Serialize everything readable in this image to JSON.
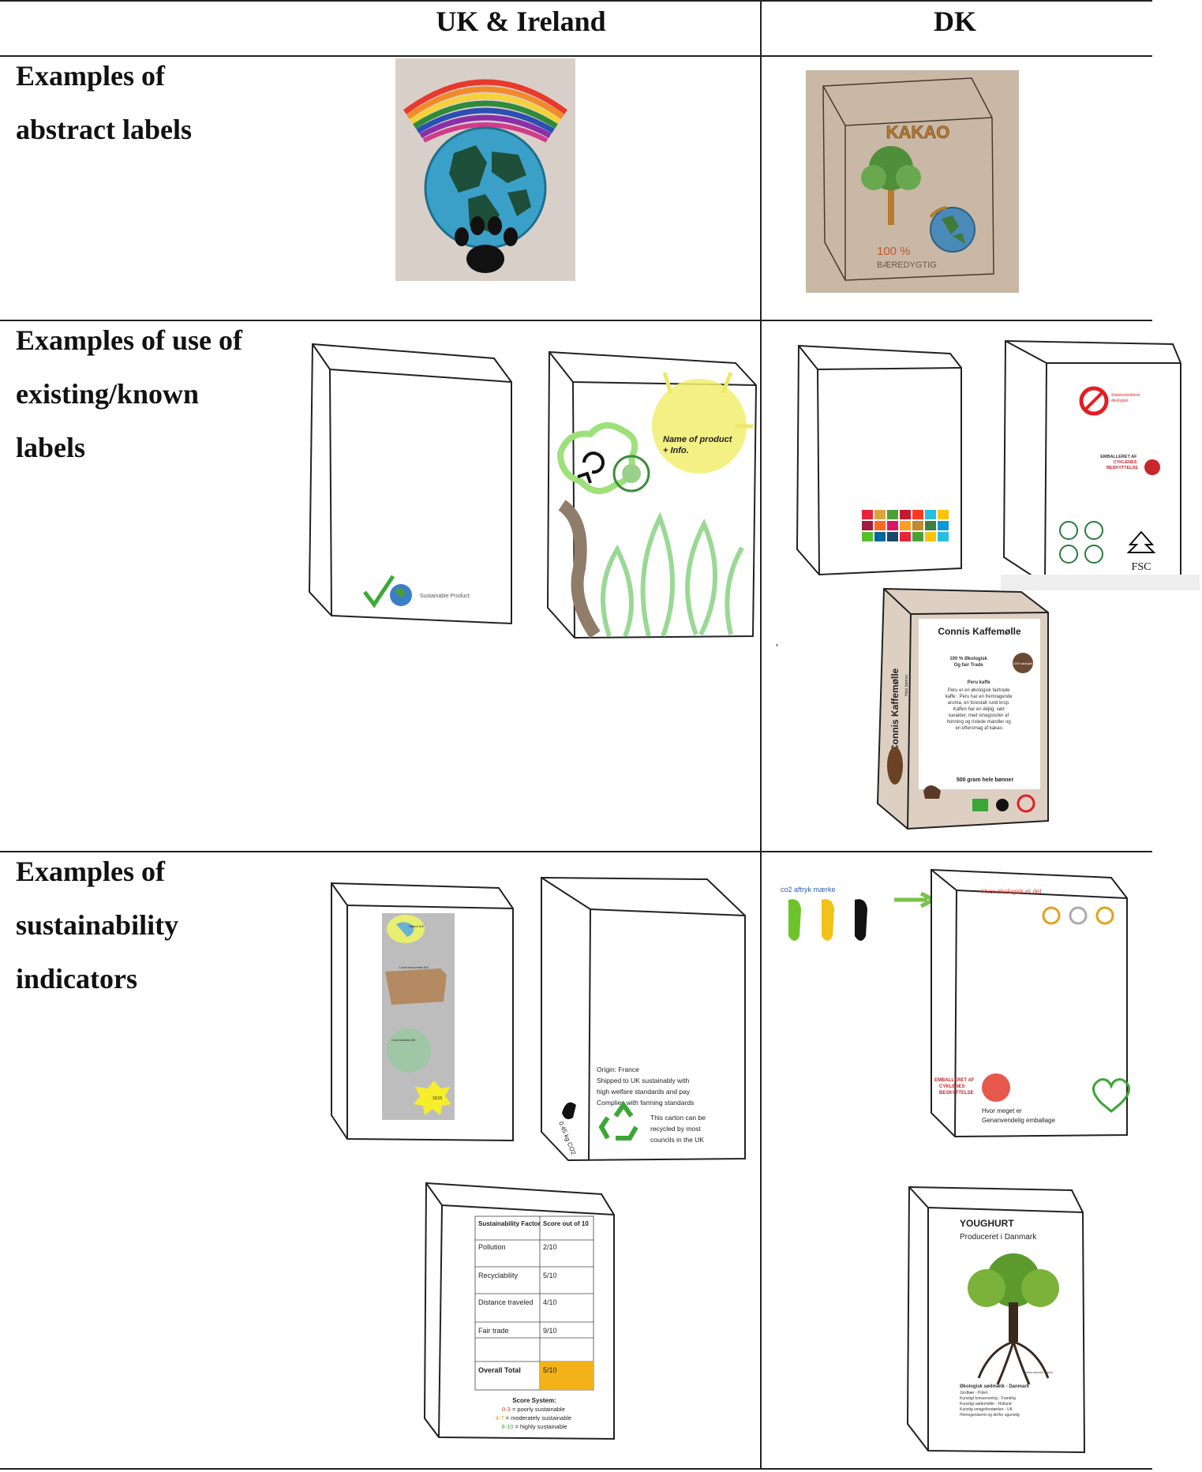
{
  "table": {
    "col_headers": [
      "UK & Ireland",
      "DK"
    ],
    "rows": [
      {
        "label_lines": [
          "Examples of",
          "abstract labels"
        ]
      },
      {
        "label_lines": [
          "Examples of use of",
          "existing/known",
          "labels"
        ]
      },
      {
        "label_lines": [
          "Examples of",
          "sustainability",
          "indicators"
        ]
      }
    ]
  },
  "drawings": {
    "kakao": {
      "brand": "KAKAO",
      "percent": "100 %",
      "claim": "BÆREDYGTIG"
    },
    "uk_box1": {
      "label": "Sustainable Product"
    },
    "uk_box2": {
      "text_lines": [
        "Name of product",
        "+ Info."
      ]
    },
    "dk_box2": {
      "okologisk": [
        "Statskontrolleret",
        "økologisk"
      ],
      "packaging": [
        "EMBALLERET AF",
        "CYKLENES",
        "BESKYTTELSE"
      ],
      "fsc": "FSC"
    },
    "coffee": {
      "title": "Connis Kaffemølle",
      "side_title": "Connis Kaffemølle",
      "side_sub": "Hele bønner",
      "lines": [
        "100 % Økologisk",
        "Og fair Trade",
        "Peru kaffe",
        "Peru er en økologisk fairtrade",
        "kaffe . Peru har en fremragende",
        "aroma, en forestalt rund krop.",
        "Kaffen har en dejlig, sød",
        "karakter, med smagsnoter af",
        "honning og ristede mandler og",
        "en eftersmag af kakao."
      ],
      "weight": "500 gram hele bønner",
      "badge": "100% økologisk"
    },
    "uk_ind1": {
      "items": [
        "Nature 5/5",
        "Local economies 5/5",
        "Communities 5/5"
      ],
      "score": "15/15"
    },
    "uk_ind2": {
      "footprint": "0.45 kg CO2",
      "origin_lines": [
        "Origin: France",
        "Shipped to UK sustainably with",
        "high welfare standards and pay",
        "Complies with farming standards"
      ],
      "recycle_lines": [
        "This carton can be",
        "recycled by most",
        "councils in the UK"
      ]
    },
    "uk_ind3": {
      "headers": [
        "Sustainability Factor",
        "Score out of 10"
      ],
      "rows": [
        [
          "Pollution",
          "2/10"
        ],
        [
          "Recyclability",
          "5/10"
        ],
        [
          "Distance traveled",
          "4/10"
        ],
        [
          "Fair trade",
          "9/10"
        ]
      ],
      "total": [
        "Overall Total",
        "5/10"
      ],
      "score_title": "Score System:",
      "score_lines": [
        {
          "range": "0-3",
          "text": " = poorly sustainable"
        },
        {
          "range": "4-7",
          "text": " = moderately sustainable"
        },
        {
          "range": "8-10",
          "text": " = highly sustainable"
        }
      ]
    },
    "dk_ind1": {
      "co2_label": "co2 aftryk mærke",
      "eco_title": "Hvor økologisk er det",
      "packaging": [
        "EMBALLERET AF",
        "CYKLENES",
        "BESKYTTELSE"
      ],
      "bottom_lines": [
        "Hvor meget er",
        "Genanvendelig emballage"
      ]
    },
    "dk_ind2": {
      "title": "YOUGHURT",
      "subtitle": "Produceret i Danmark",
      "url": "www.danske.mejeri",
      "info_title": "Økologisk sødmælk - Danmark",
      "info_lines": [
        "Jordbær - Polen",
        "Kunstigt konservering - Frankrig",
        "Kunstigt sødemidler - Holland",
        "Kunstig smagsforstærker - UK",
        "Homogeniseret og derfor ugunstig"
      ]
    },
    "stray_mark": "‘"
  }
}
